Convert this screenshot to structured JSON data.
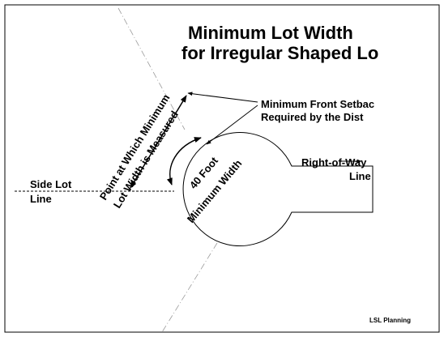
{
  "title_line_1": "Minimum Lot Width",
  "title_line_2": "for Irregular Shaped Lo",
  "front_setback_line_1": "Minimum Front Setbac",
  "front_setback_line_2": "Required by the Dist",
  "measure_point_line_1": "Point at Which Minimum",
  "measure_point_line_2": "Lot Width is Measured",
  "width_line_1": "40 Foot",
  "width_line_2": "Minimum Width",
  "side_lot_line_1": "Side Lot",
  "side_lot_line_2": "Line",
  "right_of_way_line_1": "Right-of-Way",
  "right_of_way_line_2": "Line",
  "credit": "LSL Planning",
  "colors": {
    "ink": "#000000",
    "background": "#ffffff",
    "guide": "#9a9a9a"
  }
}
